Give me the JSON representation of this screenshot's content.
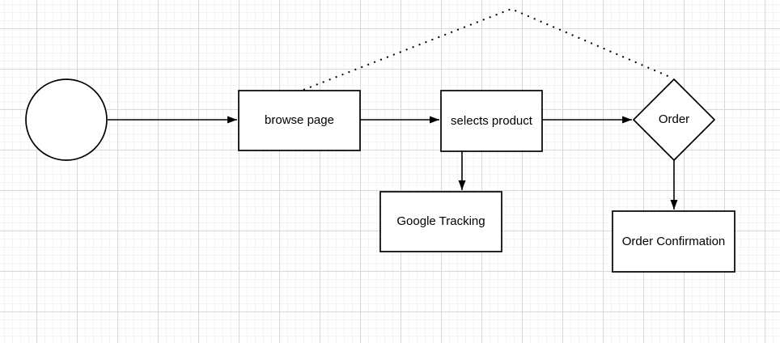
{
  "canvas": {
    "background_color": "#ffffff",
    "grid_minor_color": "#f4f4f4",
    "grid_major_color": "#d8d8d8",
    "stroke_color": "#000000",
    "text_color": "#000000"
  },
  "nodes": [
    {
      "id": "start",
      "shape": "circle",
      "label": ""
    },
    {
      "id": "browse_page",
      "shape": "rectangle",
      "label": "browse page"
    },
    {
      "id": "selects_product",
      "shape": "rectangle",
      "label": "selects product"
    },
    {
      "id": "order",
      "shape": "diamond",
      "label": "Order"
    },
    {
      "id": "google_tracking",
      "shape": "rectangle",
      "label": "Google Tracking"
    },
    {
      "id": "order_confirmation",
      "shape": "rectangle",
      "label": "Order Confirmation"
    }
  ],
  "edges": [
    {
      "from": "start",
      "to": "browse_page",
      "style": "solid",
      "arrow": true
    },
    {
      "from": "browse_page",
      "to": "selects_product",
      "style": "solid",
      "arrow": true
    },
    {
      "from": "selects_product",
      "to": "order",
      "style": "solid",
      "arrow": true
    },
    {
      "from": "selects_product",
      "to": "google_tracking",
      "style": "solid",
      "arrow": true
    },
    {
      "from": "order",
      "to": "order_confirmation",
      "style": "solid",
      "arrow": true
    },
    {
      "from": "browse_page",
      "to": "order",
      "style": "dotted",
      "arrow": false
    }
  ]
}
